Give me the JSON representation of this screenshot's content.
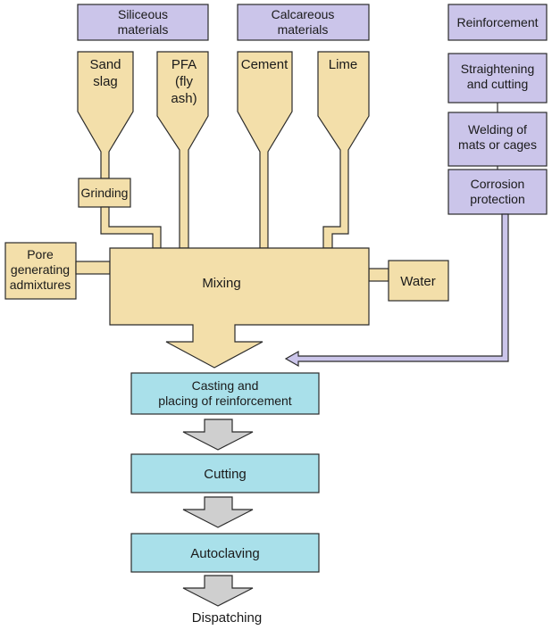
{
  "categories": {
    "siliceous": [
      "Siliceous",
      "materials"
    ],
    "calcareous": [
      "Calcareous",
      "materials"
    ],
    "reinforcement": "Reinforcement"
  },
  "hoppers": {
    "sand": [
      "Sand",
      "slag"
    ],
    "pfa": [
      "PFA",
      "(fly",
      "ash)"
    ],
    "cement": "Cement",
    "lime": "Lime"
  },
  "grinding": "Grinding",
  "mixing": "Mixing",
  "pore": [
    "Pore",
    "generating",
    "admixtures"
  ],
  "water": "Water",
  "reinforcement_steps": [
    [
      "Straightening",
      "and cutting"
    ],
    [
      "Welding of",
      "mats or cages"
    ],
    [
      "Corrosion",
      "protection"
    ]
  ],
  "process_steps": [
    [
      "Casting and",
      "placing of reinforcement"
    ],
    [
      "Cutting"
    ],
    [
      "Autoclaving"
    ]
  ],
  "final_step": "Dispatching"
}
